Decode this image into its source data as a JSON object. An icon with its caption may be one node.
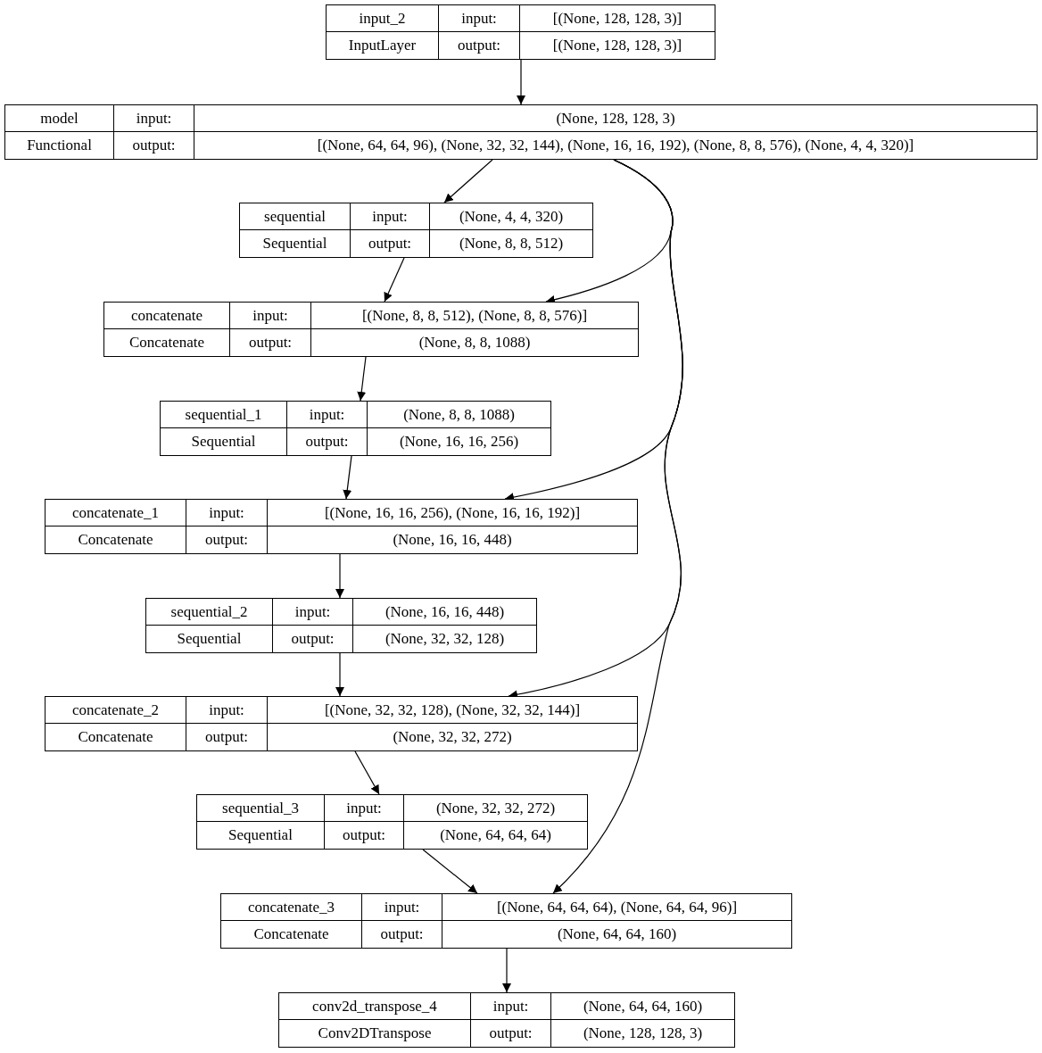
{
  "diagram": {
    "nodes": [
      {
        "text": [
          "input_2",
          "input:",
          "[(None, 128, 128, 3)]",
          "InputLayer",
          "output:",
          "[(None, 128, 128, 3)]"
        ]
      },
      {
        "text": [
          "model",
          "input:",
          "(None, 128, 128, 3)",
          "Functional",
          "output:",
          "[(None, 64, 64, 96), (None, 32, 32, 144), (None, 16, 16, 192), (None, 8, 8, 576), (None, 4, 4, 320)]"
        ]
      },
      {
        "text": [
          "sequential",
          "input:",
          "(None, 4, 4, 320)",
          "Sequential",
          "output:",
          "(None, 8, 8, 512)"
        ]
      },
      {
        "text": [
          "concatenate",
          "input:",
          "[(None, 8, 8, 512), (None, 8, 8, 576)]",
          "Concatenate",
          "output:",
          "(None, 8, 8, 1088)"
        ]
      },
      {
        "text": [
          "sequential_1",
          "input:",
          "(None, 8, 8, 1088)",
          "Sequential",
          "output:",
          "(None, 16, 16, 256)"
        ]
      },
      {
        "text": [
          "concatenate_1",
          "input:",
          "[(None, 16, 16, 256), (None, 16, 16, 192)]",
          "Concatenate",
          "output:",
          "(None, 16, 16, 448)"
        ]
      },
      {
        "text": [
          "sequential_2",
          "input:",
          "(None, 16, 16, 448)",
          "Sequential",
          "output:",
          "(None, 32, 32, 128)"
        ]
      },
      {
        "text": [
          "concatenate_2",
          "input:",
          "[(None, 32, 32, 128), (None, 32, 32, 144)]",
          "Concatenate",
          "output:",
          "(None, 32, 32, 272)"
        ]
      },
      {
        "text": [
          "sequential_3",
          "input:",
          "(None, 32, 32, 272)",
          "Sequential",
          "output:",
          "(None, 64, 64, 64)"
        ]
      },
      {
        "text": [
          "concatenate_3",
          "input:",
          "[(None, 64, 64, 64), (None, 64, 64, 96)]",
          "Concatenate",
          "output:",
          "(None, 64, 64, 160)"
        ]
      },
      {
        "text": [
          "conv2d_transpose_4",
          "input:",
          "(None, 64, 64, 160)",
          "Conv2DTranspose",
          "output:",
          "(None, 128, 128, 3)"
        ]
      }
    ],
    "edges": [
      {
        "from": 0,
        "to": 1,
        "arrow": "to"
      },
      {
        "from": 1,
        "to": 2,
        "arrow": "to"
      },
      {
        "from": 2,
        "to": 3,
        "arrow": "to"
      },
      {
        "from": 1,
        "to": 3,
        "arrow": "to"
      },
      {
        "from": 3,
        "to": 4,
        "arrow": "to"
      },
      {
        "from": 4,
        "to": 5,
        "arrow": "to"
      },
      {
        "from": 1,
        "to": 5,
        "arrow": "to"
      },
      {
        "from": 5,
        "to": 6,
        "arrow": "to"
      },
      {
        "from": 6,
        "to": 7,
        "arrow": "to"
      },
      {
        "from": 1,
        "to": 7,
        "arrow": "to"
      },
      {
        "from": 7,
        "to": 8,
        "arrow": "to"
      },
      {
        "from": 8,
        "to": 9,
        "arrow": "to"
      },
      {
        "from": 1,
        "to": 9,
        "arrow": "to"
      },
      {
        "from": 9,
        "to": 10,
        "arrow": "to"
      }
    ]
  }
}
